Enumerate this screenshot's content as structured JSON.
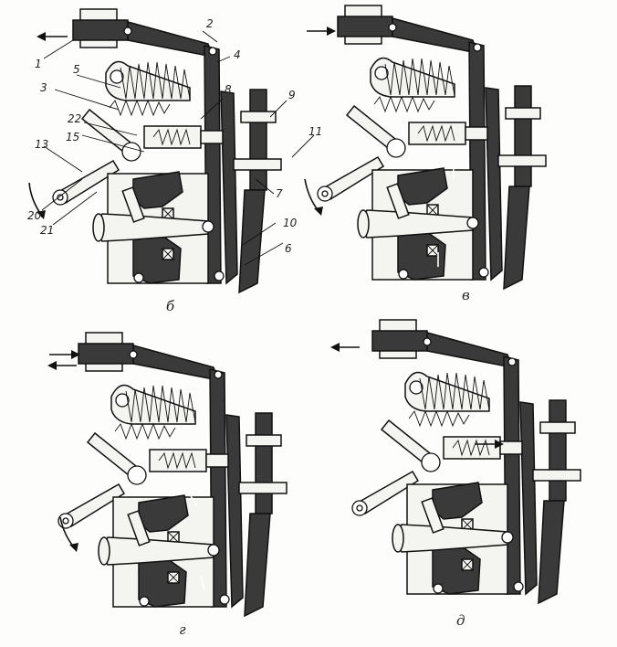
{
  "labels": {
    "n1": "1",
    "n2": "2",
    "n3": "3",
    "n4": "4",
    "n5": "5",
    "n6": "6",
    "n7": "7",
    "n8": "8",
    "n9": "9",
    "n10": "10",
    "n11": "11",
    "n13": "13",
    "n15": "15",
    "n20": "20",
    "n21": "21",
    "n22": "22"
  },
  "captions": {
    "b": "б",
    "v": "в",
    "g": "г",
    "d": "д"
  },
  "colors": {
    "dark_part": "#3a3a3a",
    "light_part": "#f4f4f0",
    "ink": "#111111"
  }
}
